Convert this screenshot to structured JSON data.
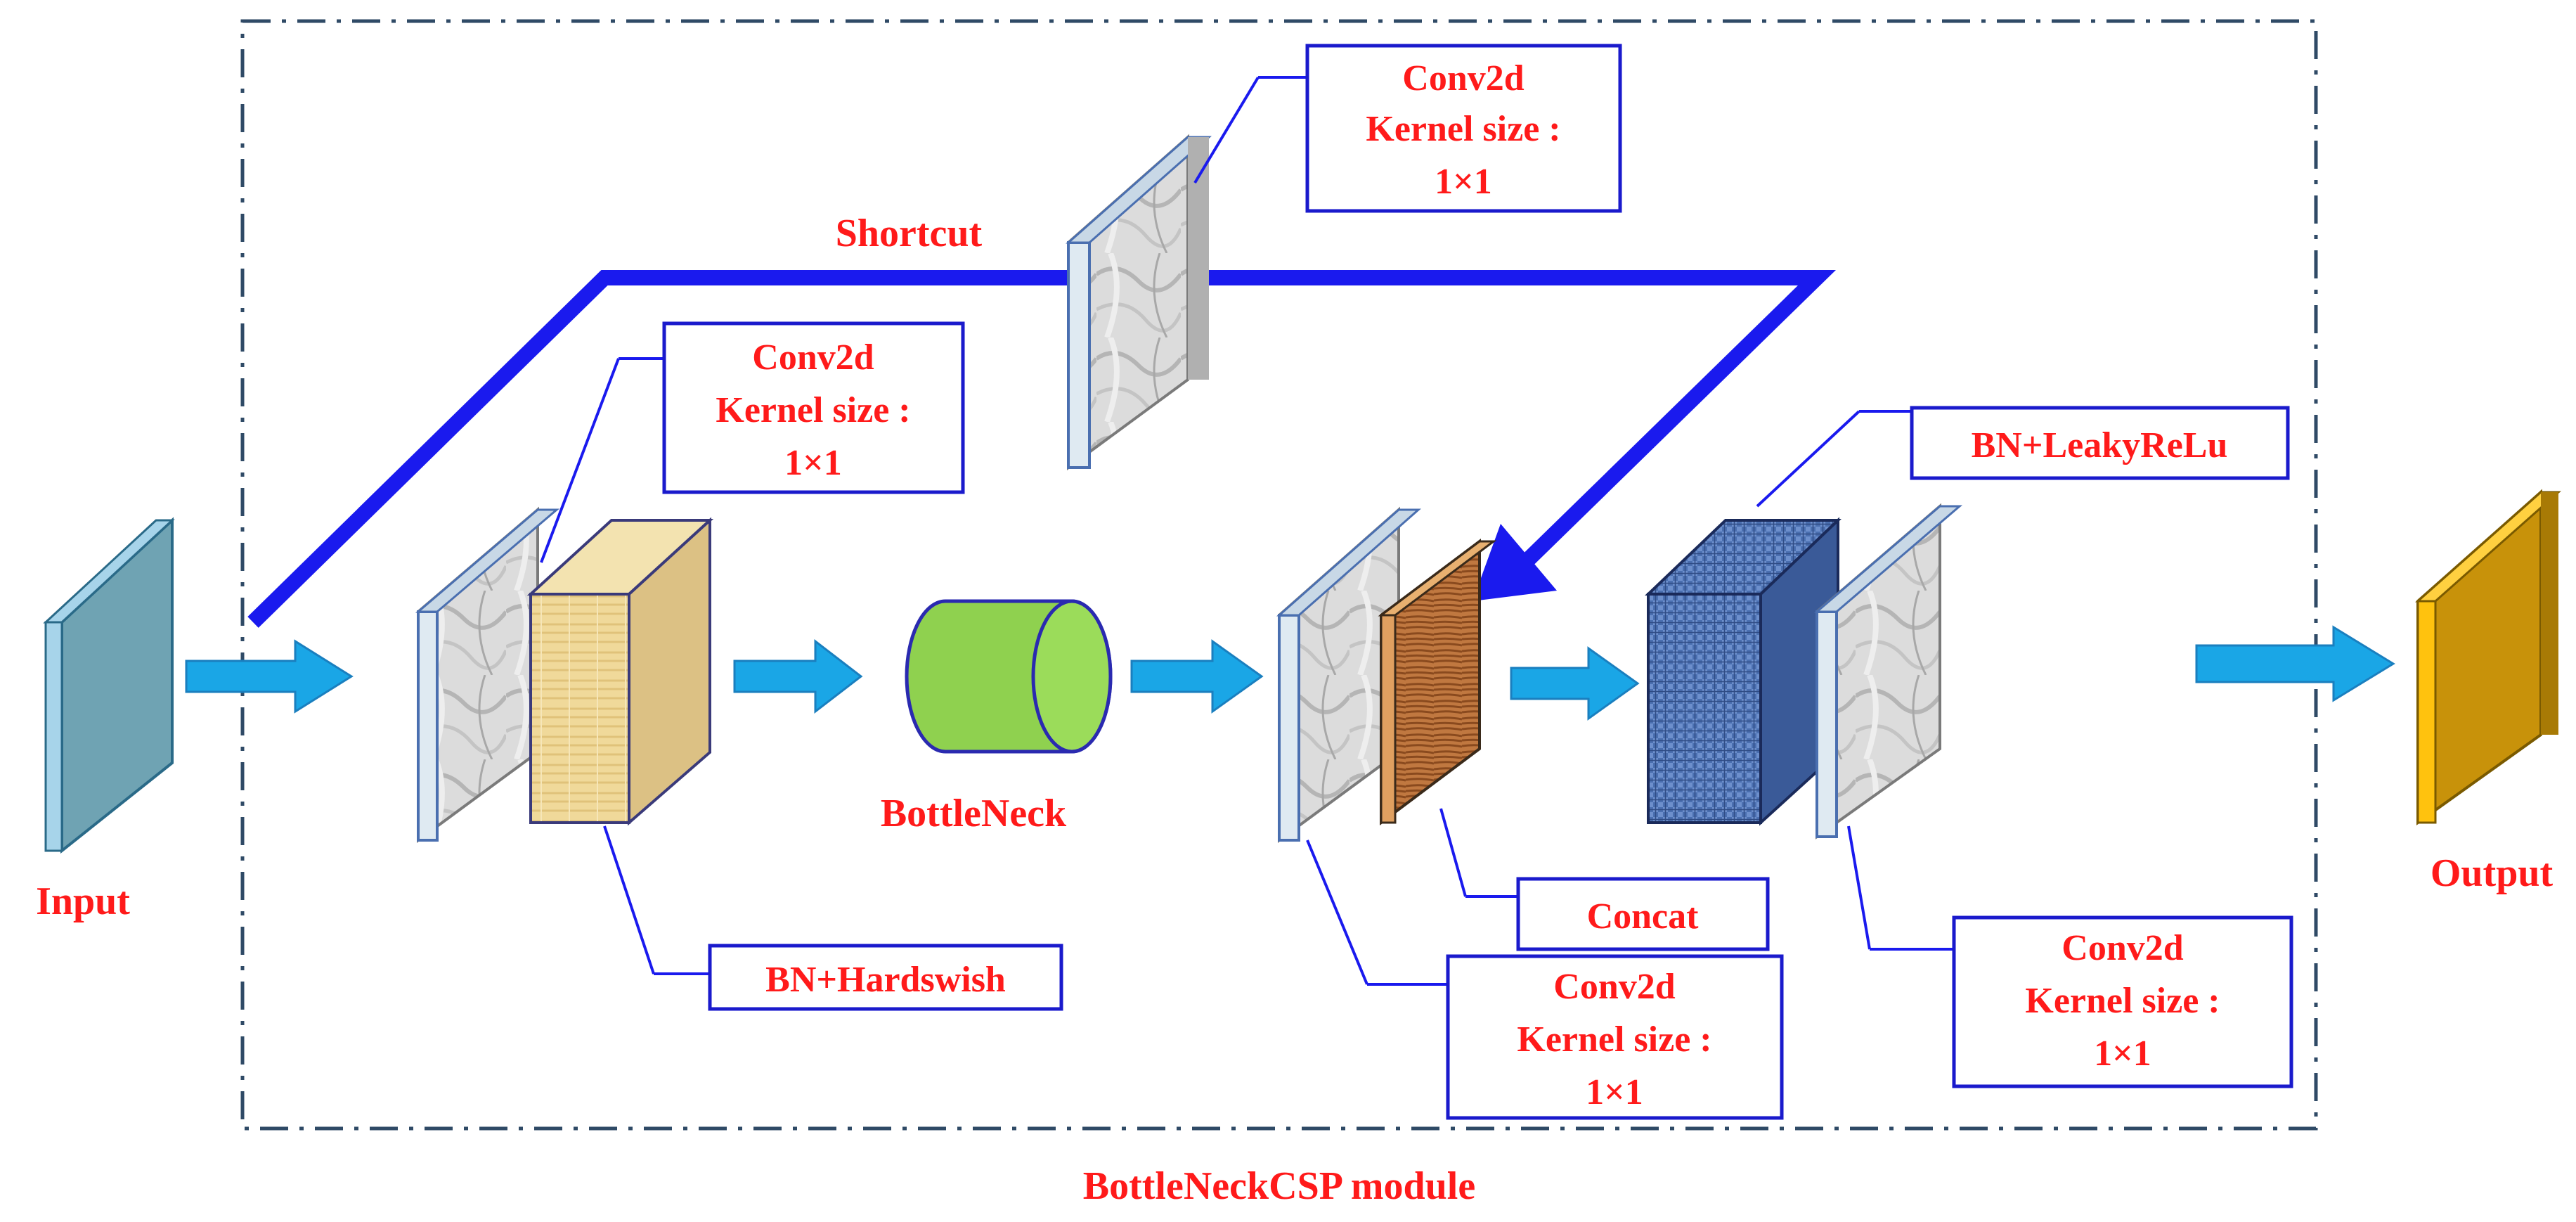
{
  "diagram": {
    "module_label": "BottleNeckCSP module",
    "input_label": "Input",
    "output_label": "Output",
    "shortcut_label": "Shortcut",
    "bottleneck_label": "BottleNeck",
    "annotations": {
      "conv_top": {
        "line1": "Conv2d",
        "line2": "Kernel size :",
        "line3": "1×1"
      },
      "conv_first": {
        "line1": "Conv2d",
        "line2": "Kernel size :",
        "line3": "1×1"
      },
      "bn_hardswish": "BN+Hardswish",
      "concat": "Concat",
      "conv_mid": {
        "line1": "Conv2d",
        "line2": "Kernel size :",
        "line3": "1×1"
      },
      "bn_leakyrelu": "BN+LeakyReLu",
      "conv_last": {
        "line1": "Conv2d",
        "line2": "Kernel size :",
        "line3": "1×1"
      }
    },
    "colors": {
      "label_red": "#ff1a1a",
      "box_border": "#1a1acc",
      "shortcut_blue": "#1a1aee",
      "arrow_fill": "#1aa6e6",
      "input_block": "#6fa3b3",
      "output_block": "#d9a20a",
      "bottleneck_green": "#8fd14f"
    }
  }
}
